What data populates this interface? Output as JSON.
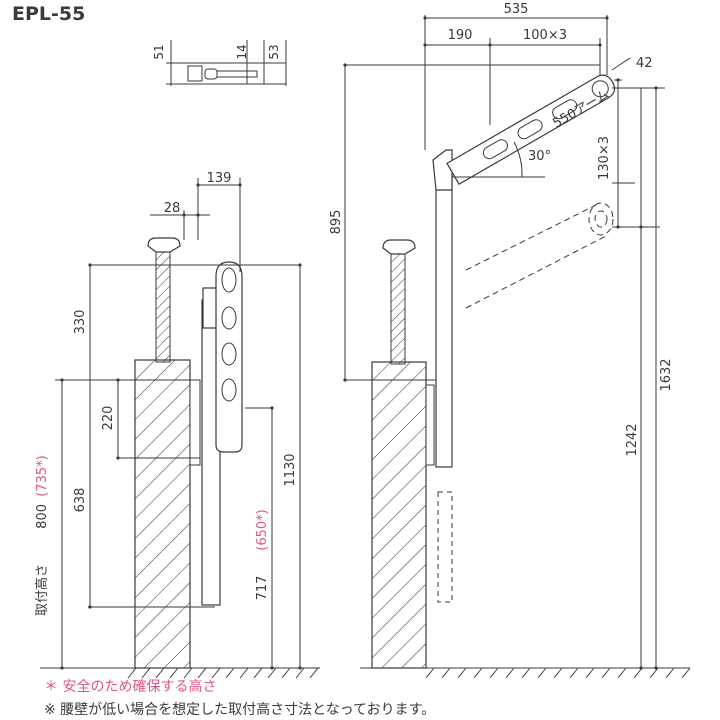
{
  "title": "EPL-55",
  "colors": {
    "line": "#3a3a3a",
    "accent": "#e0558a",
    "wall": "#ffffff"
  },
  "labels": {
    "d51": "51",
    "d14": "14",
    "d53": "53",
    "d139": "139",
    "d28": "28",
    "d330": "330",
    "d220": "220",
    "d800": "800",
    "d735": "(735*)",
    "d638": "638",
    "d717": "717",
    "d650": "(650*)",
    "d1130": "1130",
    "side_caption": "取付高さ",
    "d535": "535",
    "d190": "190",
    "d100x3": "100×3",
    "d42": "42",
    "arm": "550アーム",
    "angle": "30°",
    "d130x3": "130×3",
    "d895": "895",
    "d1632": "1632",
    "d1242": "1242"
  },
  "notes": {
    "safety": "＊ 安全のため確保する高さ",
    "assumption": "※ 腰壁が低い場合を想定した取付高さ寸法となっております。"
  }
}
